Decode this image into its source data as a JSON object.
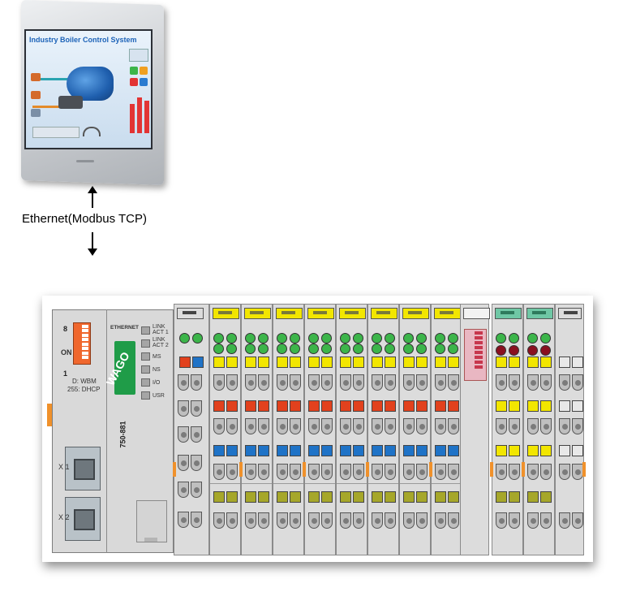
{
  "connection": {
    "label": "Ethernet(Modbus TCP)"
  },
  "hmi": {
    "screen_title": "Industry Boiler Control System"
  },
  "controller": {
    "dip_numbers": [
      "8",
      "1"
    ],
    "dip_on_label": "ON",
    "mode_line1": "D: WBM",
    "mode_line2": "255: DHCP",
    "ethernet_label": "ETHERNET",
    "led_labels": [
      "LINK ACT 1",
      "LINK ACT 2",
      "MS",
      "NS",
      "I/O",
      "USR"
    ],
    "brand": "WAGO",
    "model": "750-881",
    "port_labels": [
      "X 1",
      "X 2"
    ]
  },
  "colors": {
    "yellow": "#f2e600",
    "red": "#e2411d",
    "blue": "#1f73c7",
    "olive": "#a6a72a",
    "green_led": "#3cb54a",
    "dark_red": "#8a1020",
    "grey": "#b5b5b5"
  }
}
